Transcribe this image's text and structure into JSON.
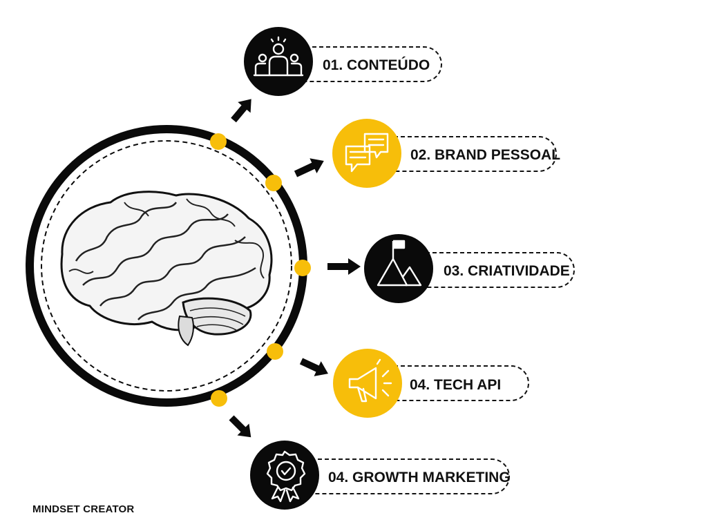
{
  "colors": {
    "accent": "#F7BE0A",
    "ink": "#0A0A0A",
    "paper": "#FFFFFF"
  },
  "items": [
    {
      "label": "01. CONTEÚDO",
      "icon": "people-group-icon",
      "color": "#0A0A0A"
    },
    {
      "label": "02. BRAND PESSOAL",
      "icon": "chat-bubbles-icon",
      "color": "#F7BE0A"
    },
    {
      "label": "03. CRIATIVIDADE",
      "icon": "mountain-flag-icon",
      "color": "#0A0A0A"
    },
    {
      "label": "04. TECH API",
      "icon": "megaphone-icon",
      "color": "#F7BE0A"
    },
    {
      "label": "04. GROWTH MARKETING",
      "icon": "award-badge-icon",
      "color": "#0A0A0A"
    }
  ],
  "center": {
    "icon": "brain-icon"
  },
  "footer": "MINDSET CREATOR"
}
